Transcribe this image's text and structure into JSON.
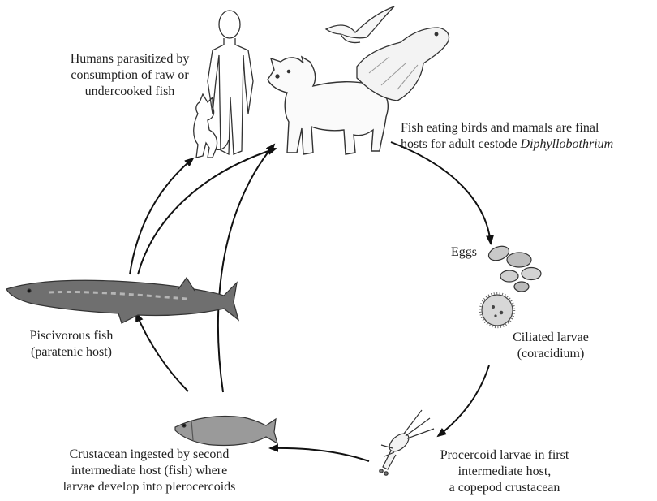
{
  "labels": {
    "humans": {
      "line1": "Humans parasitized by",
      "line2": "consumption of raw or",
      "line3": "undercooked fish"
    },
    "final_hosts": {
      "line1": "Fish eating birds and mamals are final",
      "line2": "hosts for adult cestode ",
      "genus": "Diphyllobothrium"
    },
    "eggs": "Eggs",
    "ciliated": {
      "line1": "Ciliated larvae",
      "line2": "(coracidium)"
    },
    "procercoid": {
      "line1": "Procercoid larvae in first",
      "line2": "intermediate host,",
      "line3": "a copepod crustacean"
    },
    "crustacean": {
      "line1": "Crustacean ingested by second",
      "line2": "intermediate host (fish) where",
      "line3": "larvae develop into plerocercoids"
    },
    "piscivorous": {
      "line1": "Piscivorous fish",
      "line2": "(paratenic host)"
    }
  },
  "icons": [
    "human-figure-icon",
    "dog-icon",
    "bear-icon",
    "seal-icon",
    "gull-icon",
    "eggs-icon",
    "coracidium-icon",
    "copepod-icon",
    "small-fish-icon",
    "pike-fish-icon"
  ],
  "colors": {
    "ink": "#1a1a1a",
    "fish_body": "#6f6f6f"
  }
}
